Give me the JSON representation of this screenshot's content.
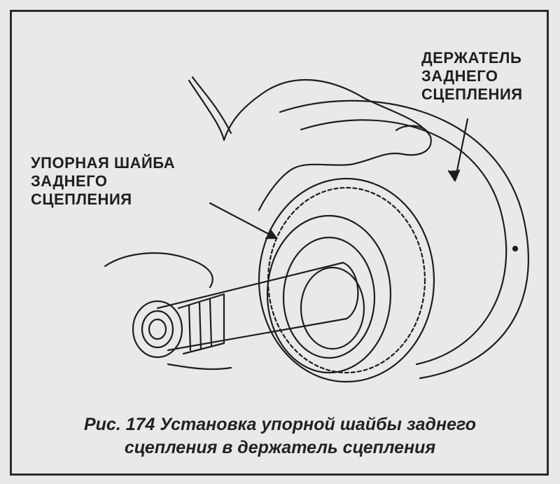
{
  "labels": {
    "holder": [
      "ДЕРЖАТЕЛЬ",
      "ЗАДНЕГО",
      "СЦЕПЛЕНИЯ"
    ],
    "washer": [
      "УПОРНАЯ ШАЙБА",
      "ЗАДНЕГО",
      "СЦЕПЛЕНИЯ"
    ]
  },
  "caption": {
    "line1": "Рис. 174 Установка упорной шайбы заднего",
    "line2": "сцепления в держатель сцепления"
  }
}
